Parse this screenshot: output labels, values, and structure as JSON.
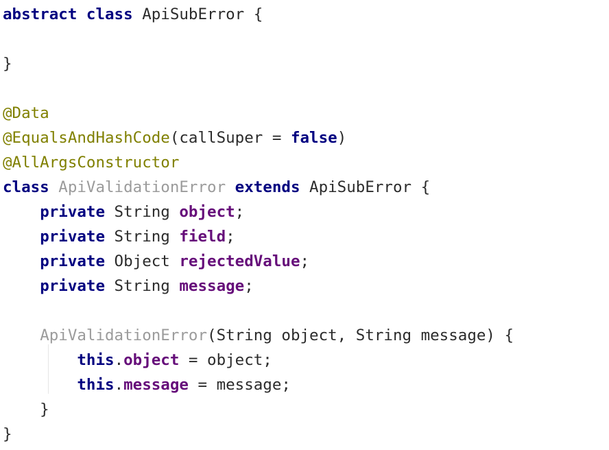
{
  "editor": {
    "lines": [
      [
        {
          "t": "abstract",
          "c": "kw"
        },
        {
          "t": " "
        },
        {
          "t": "class",
          "c": "kw"
        },
        {
          "t": " ApiSubError {"
        }
      ],
      [],
      [
        {
          "t": "}"
        }
      ],
      [],
      [
        {
          "t": "@Data",
          "c": "ann"
        }
      ],
      [
        {
          "t": "@EqualsAndHashCode",
          "c": "ann"
        },
        {
          "t": "(callSuper = "
        },
        {
          "t": "false",
          "c": "kw"
        },
        {
          "t": ")"
        }
      ],
      [
        {
          "t": "@AllArgsConstructor",
          "c": "ann"
        }
      ],
      [
        {
          "t": "class",
          "c": "kw"
        },
        {
          "t": " "
        },
        {
          "t": "ApiValidationError",
          "c": "unused"
        },
        {
          "t": " "
        },
        {
          "t": "extends",
          "c": "kw"
        },
        {
          "t": " ApiSubError {"
        }
      ],
      [
        {
          "t": "    "
        },
        {
          "t": "private",
          "c": "kw"
        },
        {
          "t": " String "
        },
        {
          "t": "object",
          "c": "fld"
        },
        {
          "t": ";"
        }
      ],
      [
        {
          "t": "    "
        },
        {
          "t": "private",
          "c": "kw"
        },
        {
          "t": " String "
        },
        {
          "t": "field",
          "c": "fld"
        },
        {
          "t": ";"
        }
      ],
      [
        {
          "t": "    "
        },
        {
          "t": "private",
          "c": "kw"
        },
        {
          "t": " Object "
        },
        {
          "t": "rejectedValue",
          "c": "fld"
        },
        {
          "t": ";"
        }
      ],
      [
        {
          "t": "    "
        },
        {
          "t": "private",
          "c": "kw"
        },
        {
          "t": " String "
        },
        {
          "t": "message",
          "c": "fld"
        },
        {
          "t": ";"
        }
      ],
      [],
      [
        {
          "t": "    "
        },
        {
          "t": "ApiValidationError",
          "c": "unused"
        },
        {
          "t": "(String object, String message) {"
        }
      ],
      [
        {
          "t": "        "
        },
        {
          "t": "this",
          "c": "kw"
        },
        {
          "t": "."
        },
        {
          "t": "object",
          "c": "fld"
        },
        {
          "t": " = object;"
        }
      ],
      [
        {
          "t": "        "
        },
        {
          "t": "this",
          "c": "kw"
        },
        {
          "t": "."
        },
        {
          "t": "message",
          "c": "fld"
        },
        {
          "t": " = message;"
        }
      ],
      [
        {
          "t": "    }"
        }
      ],
      [
        {
          "t": "}"
        }
      ]
    ]
  }
}
